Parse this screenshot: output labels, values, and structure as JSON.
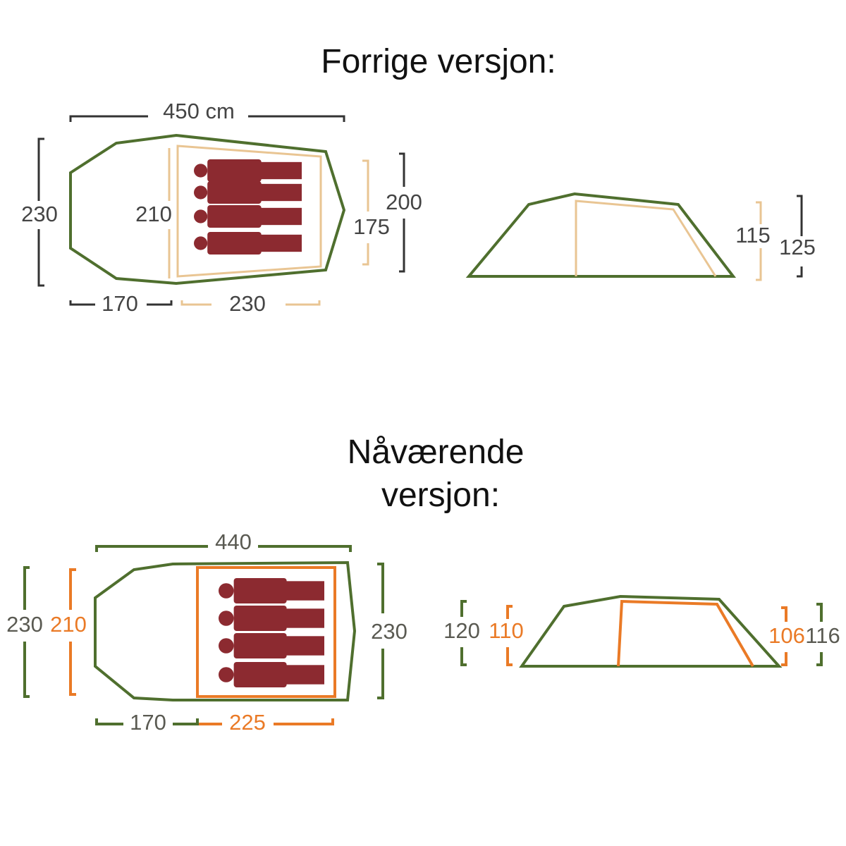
{
  "titles": {
    "previous": "Forrige versjon:",
    "current_line1": "Nåværende",
    "current_line2": "versjon:"
  },
  "previous": {
    "plan": {
      "length": "450 cm",
      "width_outer": "230",
      "width_inner": "210",
      "inner_right": "175",
      "right_total": "200",
      "vestibule": "170",
      "inner_length": "230"
    },
    "side": {
      "inner_height": "115",
      "outer_height": "125"
    }
  },
  "current": {
    "plan": {
      "length": "440",
      "width_outer": "230",
      "width_inner": "210",
      "right_width": "230",
      "vestibule": "170",
      "inner_length": "225"
    },
    "side": {
      "left_outer": "120",
      "left_inner": "110",
      "right_inner": "106",
      "right_outer": "116"
    }
  },
  "colors": {
    "green": "#4f6f2e",
    "orange": "#ea7a26",
    "pale": "#e9c593",
    "person": "#8c2a30"
  }
}
